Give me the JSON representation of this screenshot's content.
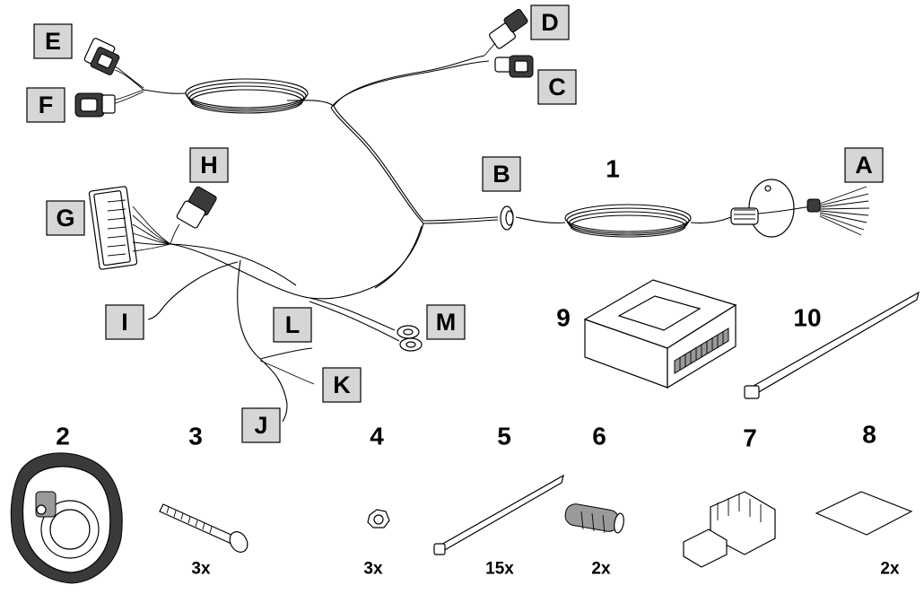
{
  "connector_labels": [
    "A",
    "B",
    "C",
    "D",
    "E",
    "F",
    "G",
    "H",
    "I",
    "J",
    "K",
    "L",
    "M"
  ],
  "part_numbers": {
    "harness": "1",
    "socket": "2",
    "screw": "3",
    "nut": "4",
    "cable_tie": "5",
    "connector_sleeve": "6",
    "plug": "7",
    "pad": "8",
    "module": "9",
    "large_tie": "10"
  },
  "quantities": {
    "screw": "3x",
    "nut": "3x",
    "cable_tie": "15x",
    "connector_sleeve": "2x",
    "pad": "2x"
  }
}
